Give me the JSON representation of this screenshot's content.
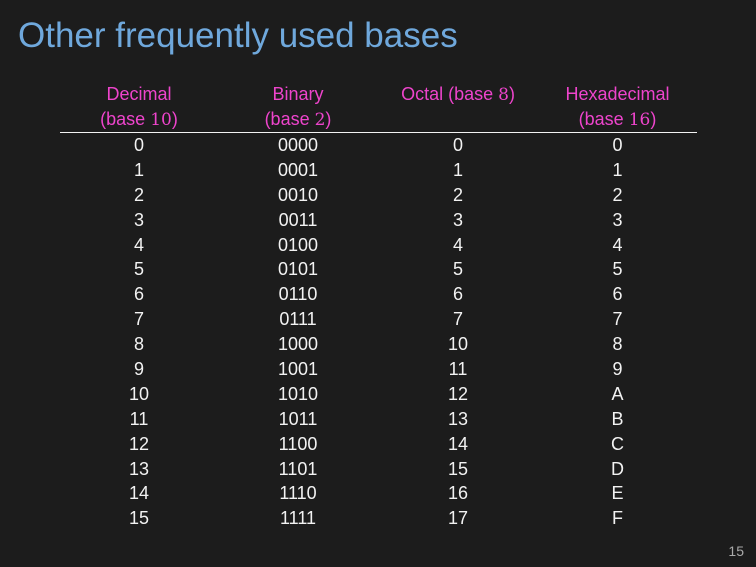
{
  "slide": {
    "title": "Other frequently used bases",
    "page_number": "15"
  },
  "table": {
    "headers": [
      {
        "line1": "Decimal",
        "line2_prefix": "(base ",
        "line2_num": "10",
        "line2_suffix": ")"
      },
      {
        "line1": "Binary",
        "line2_prefix": "(base ",
        "line2_num": "2",
        "line2_suffix": ")"
      },
      {
        "line1_prefix": "Octal (base ",
        "line1_num": "8",
        "line1_suffix": ")"
      },
      {
        "line1": "Hexadecimal",
        "line2_prefix": "(base ",
        "line2_num": "16",
        "line2_suffix": ")"
      }
    ],
    "rows": [
      [
        "0",
        "0000",
        "0",
        "0"
      ],
      [
        "1",
        "0001",
        "1",
        "1"
      ],
      [
        "2",
        "0010",
        "2",
        "2"
      ],
      [
        "3",
        "0011",
        "3",
        "3"
      ],
      [
        "4",
        "0100",
        "4",
        "4"
      ],
      [
        "5",
        "0101",
        "5",
        "5"
      ],
      [
        "6",
        "0110",
        "6",
        "6"
      ],
      [
        "7",
        "0111",
        "7",
        "7"
      ],
      [
        "8",
        "1000",
        "10",
        "8"
      ],
      [
        "9",
        "1001",
        "11",
        "9"
      ],
      [
        "10",
        "1010",
        "12",
        "A"
      ],
      [
        "11",
        "1011",
        "13",
        "B"
      ],
      [
        "12",
        "1100",
        "14",
        "C"
      ],
      [
        "13",
        "1101",
        "15",
        "D"
      ],
      [
        "14",
        "1110",
        "16",
        "E"
      ],
      [
        "15",
        "1111",
        "17",
        "F"
      ]
    ]
  }
}
